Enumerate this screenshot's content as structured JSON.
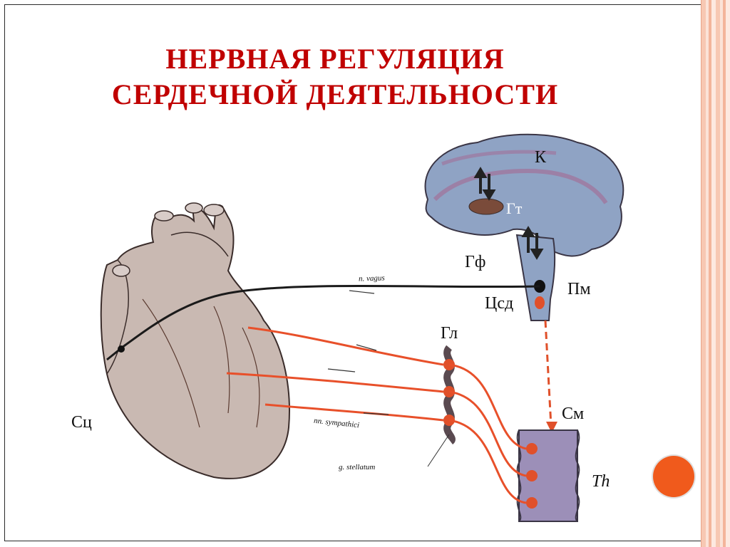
{
  "slide": {
    "title_line1": "НЕРВНАЯ РЕГУЛЯЦИЯ",
    "title_line2": "СЕРДЕЧНОЙ ДЕЯТЕЛЬНОСТИ"
  },
  "labels": {
    "cortex": "К",
    "hypothalamus": "Гт",
    "pituitary": "Гф",
    "medulla": "Пм",
    "cardio_center": "Цсд",
    "stellate_ganglion": "Гл",
    "spinal_cord": "См",
    "sinoatrial_node": "Сц",
    "thoracic": "Th",
    "vagus": "n. vagus",
    "sympathetic": "nn. sympathici",
    "stellatum": "g. stellatum"
  },
  "colors": {
    "title": "#c00000",
    "vagus_nerve": "#1a1a1a",
    "sympathetic_nerve": "#e8502a",
    "brain_fill": "#8fa3c4",
    "spine_fill": "#9c8fb8",
    "accent_dot": "#f05a1c"
  }
}
